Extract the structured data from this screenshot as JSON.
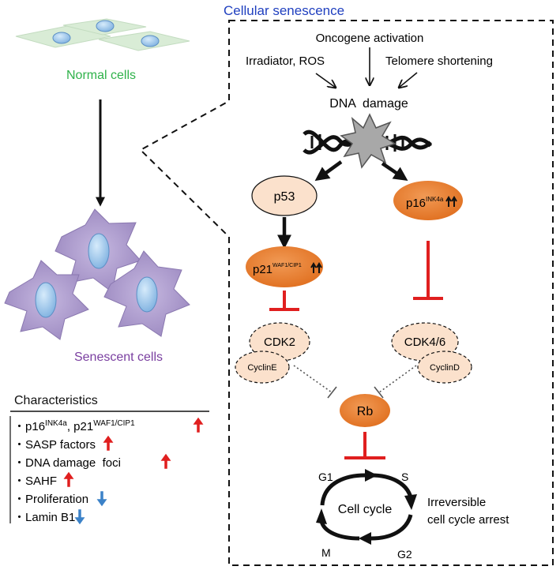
{
  "title": "Cellular senescence",
  "left": {
    "normal_cells_label": "Normal cells",
    "senescent_cells_label": "Senescent cells",
    "characteristics_title": "Characteristics",
    "characteristics": [
      {
        "bullet": "・",
        "text": "p16",
        "sup": "INK4a",
        "text2": ", p21",
        "sup2": "WAF1/CIP1",
        "arrow": "up-red-arrow-icon"
      },
      {
        "bullet": "・",
        "text": "SASP factors",
        "arrow": "up-red-arrow-icon"
      },
      {
        "bullet": "・",
        "text": "DNA damage  foci",
        "arrow": "up-red-arrow-icon"
      },
      {
        "bullet": "・",
        "text": "SAHF",
        "arrow": "up-red-arrow-icon"
      },
      {
        "bullet": "・",
        "text": "Proliferation",
        "arrow": "down-blue-arrow-icon"
      },
      {
        "bullet": "・",
        "text": "Lamin B1",
        "arrow": "down-blue-arrow-icon"
      }
    ]
  },
  "pathway": {
    "oncogene": "Oncogene activation",
    "irradiator": "Irradiator, ROS",
    "telomere": "Telomere shortening",
    "dna_damage": "DNA  damage",
    "p53": "p53",
    "p16": "p16",
    "p16_sup": "INK4a",
    "p21": "p21",
    "p21_sup": "WAF1/CIP1",
    "cdk2": "CDK2",
    "cyclinE": "CyclinE",
    "cdk46": "CDK4/6",
    "cyclinD": "CyclinD",
    "rb": "Rb",
    "cell_cycle": "Cell cycle",
    "phase_g1": "G1",
    "phase_s": "S",
    "phase_g2": "G2",
    "phase_m": "M",
    "arrest_line1": "Irreversible",
    "arrest_line2": "cell cycle arrest"
  },
  "colors": {
    "title_blue": "#1f3fbf",
    "normal_green": "#2fb24a",
    "senescent_purple": "#7a3fa0",
    "orange": "#e97a2e",
    "inhibit_red": "#e01f1f",
    "pale_peach": "#fbe1cc",
    "cell_purple": "#a593c4",
    "nucleus_blue": "#9ec8ee",
    "normal_cell_green": "#d9ecd6"
  }
}
